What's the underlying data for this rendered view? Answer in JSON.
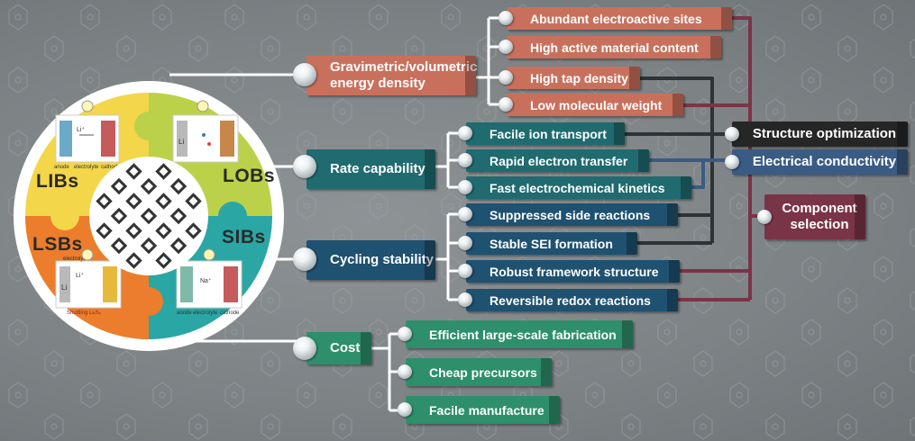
{
  "battery_types": {
    "libs": "LIBs",
    "lobs": "LOBs",
    "lsbs": "LSBs",
    "sibs": "SIBs"
  },
  "cell_labels": {
    "anode": "anode",
    "electrolyte": "electrolyte",
    "cathode": "cathode",
    "li": "Li",
    "li_ion": "Li⁺",
    "na_ion": "Na⁺",
    "shuttling": "Shuttling LiₓSₓ"
  },
  "main_factors": [
    {
      "id": "energy",
      "label_line1": "Gravimetric/volumetric",
      "label_line2": "energy density",
      "color": "#c9705c"
    },
    {
      "id": "rate",
      "label_line1": "Rate capability",
      "label_line2": "",
      "color": "#1f6b70"
    },
    {
      "id": "cycling",
      "label_line1": "Cycling stability",
      "label_line2": "",
      "color": "#1f5170"
    },
    {
      "id": "cost",
      "label_line1": "Cost",
      "label_line2": "",
      "color": "#2d8f6c"
    }
  ],
  "sub_factors": [
    {
      "label": "Abundant electroactive sites",
      "group": "energy"
    },
    {
      "label": "High active material content",
      "group": "energy"
    },
    {
      "label": "High tap density",
      "group": "energy"
    },
    {
      "label": "Low molecular weight",
      "group": "energy"
    },
    {
      "label": "Facile ion transport",
      "group": "rate"
    },
    {
      "label": "Rapid electron transfer",
      "group": "rate"
    },
    {
      "label": "Fast electrochemical kinetics",
      "group": "rate"
    },
    {
      "label": "Suppressed side reactions",
      "group": "cycling"
    },
    {
      "label": "Stable SEI formation",
      "group": "cycling"
    },
    {
      "label": "Robust framework structure",
      "group": "cycling"
    },
    {
      "label": "Reversible redox reactions",
      "group": "cycling"
    },
    {
      "label": "Efficient large-scale fabrication",
      "group": "cost"
    },
    {
      "label": "Cheap precursors",
      "group": "cost"
    },
    {
      "label": "Facile manufacture",
      "group": "cost"
    }
  ],
  "properties": [
    {
      "id": "structure",
      "label_line1": "Structure optimization",
      "label_line2": "",
      "color": "#262626"
    },
    {
      "id": "conductivity",
      "label_line1": "Electrical conductivity",
      "label_line2": "",
      "color": "#3a5b83"
    },
    {
      "id": "component",
      "label_line1": "Component",
      "label_line2": "selection",
      "color": "#7a3447"
    }
  ],
  "colors": {
    "orange": "#c9705c",
    "teal": "#1f6b70",
    "navy": "#1f5170",
    "green": "#2d8f6c",
    "structure_line": "#2f3336",
    "conductivity_line": "#3a5b83",
    "component_line": "#7a3447",
    "wire_white": "#ffffff"
  },
  "icons": {
    "knob": "sphere-connector-icon",
    "bulb": "light-bulb-icon",
    "framework": "porous-framework-icon"
  }
}
